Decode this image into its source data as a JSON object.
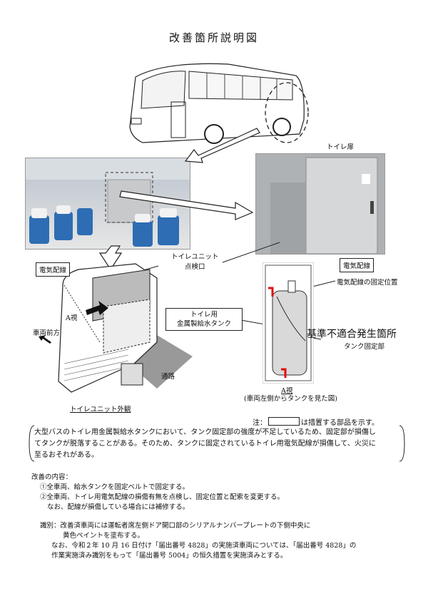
{
  "title": "改善箇所説明図",
  "labels": {
    "toilet_door": "トイレ扉",
    "toilet_unit_inspection": [
      "トイレユニット",
      "点検口"
    ],
    "wiring_left": "電気配線",
    "wiring_right": "電気配線",
    "wiring_fix_position": "電気配線の固定位置",
    "view_a": "A視",
    "vehicle_front": "車両前方",
    "tank_callout": [
      "トイレ用",
      "金属製給水タンク"
    ],
    "passage": "通路",
    "unit_exterior": "トイレユニット外観",
    "nonconforming": "基準不適合発生箇所",
    "tank_fixing": "タンク固定部",
    "view_a_caption": "A視",
    "view_a_sub": "(車両左側からタンクを見た図)"
  },
  "legend": {
    "prefix": "注：",
    "suffix": "は措置する部品を示す。"
  },
  "summary": {
    "line1": "大型バスのトイレ用金属製給水タンクにおいて、タンク固定部の強度が不足しているため、固定部が損傷し",
    "line2": "てタンクが脱落することがある。そのため、タンクに固定されているトイレ用電気配線が損傷して、火災に",
    "line3": "至るおそれがある。"
  },
  "improvement": {
    "heading": "改善の内容：",
    "item1": "①全車両、給水タンクを固定ベルトで固定する。",
    "item2": "②全車両、トイレ用電気配線の損傷有無を点検し、固定位置と配索を変更する。",
    "item3": "なお、配線が損傷している場合には補修する。"
  },
  "identification": {
    "line1": "識別：改善済車両には運転者席左側ドア開口部のシリアルナンバープレートの下側中央に",
    "line2": "黄色ペイントを塗布する。",
    "line3": "なお、令和２年 10 月 16 日付け「届出番号 4828」の実施済車両については、「届出番号 4828」の",
    "line4": "作業実施済み識別をもって「届出番号 5004」の恒久措置を実施済みとする。"
  },
  "colors": {
    "highlight": "#e01010",
    "line": "#222222"
  }
}
